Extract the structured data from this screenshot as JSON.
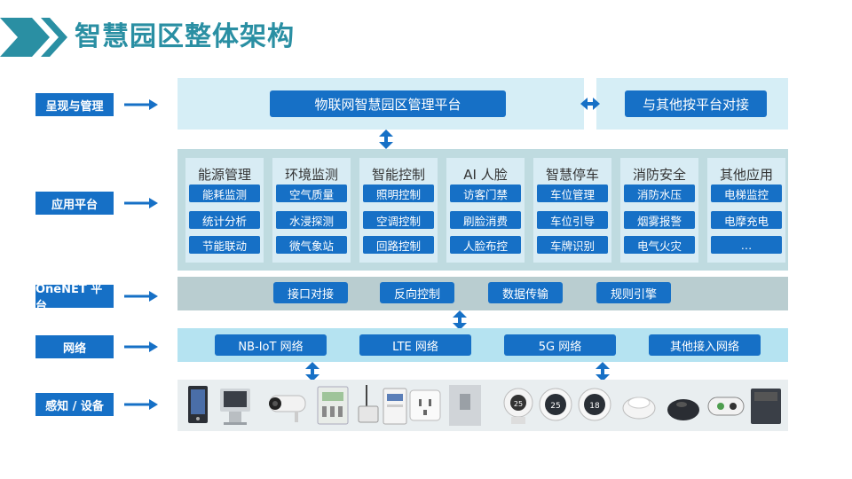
{
  "page": {
    "title": "智慧园区整体架构"
  },
  "labels": {
    "presentation": "呈现与管理",
    "application": "应用平台",
    "onenet": "OneNET 平台",
    "network": "网络",
    "sensing": "感知 / 设备"
  },
  "presentation": {
    "main_platform": "物联网智慧园区管理平台",
    "other_platform": "与其他按平台对接"
  },
  "apps": [
    {
      "header": "能源管理",
      "items": [
        "能耗监测",
        "统计分析",
        "节能联动"
      ]
    },
    {
      "header": "环境监测",
      "items": [
        "空气质量",
        "水浸探测",
        "微气象站"
      ]
    },
    {
      "header": "智能控制",
      "items": [
        "照明控制",
        "空调控制",
        "回路控制"
      ]
    },
    {
      "header": "AI 人脸",
      "items": [
        "访客门禁",
        "刷脸消费",
        "人脸布控"
      ]
    },
    {
      "header": "智慧停车",
      "items": [
        "车位管理",
        "车位引导",
        "车牌识别"
      ]
    },
    {
      "header": "消防安全",
      "items": [
        "消防水压",
        "烟雾报警",
        "电气火灾"
      ]
    },
    {
      "header": "其他应用",
      "items": [
        "电梯监控",
        "电摩充电",
        "…"
      ]
    }
  ],
  "onenet": {
    "items": [
      "接口对接",
      "反向控制",
      "数据传输",
      "规则引擎"
    ]
  },
  "network": {
    "items": [
      "NB-IoT 网络",
      "LTE 网络",
      "5G 网络",
      "其他接入网络"
    ]
  },
  "devices": [
    "face-terminal-icon",
    "smart-panel-icon",
    "camera-icon",
    "electric-meter-icon",
    "antenna-sensor-icon",
    "energy-meter-icon",
    "smart-socket-icon",
    "water-sensor-icon",
    "air-monitor-icon",
    "hygrometer-icon",
    "thermometer-icon",
    "smoke-detector-icon",
    "dome-sensor-icon",
    "gateway-icon",
    "control-box-icon"
  ],
  "colors": {
    "accent": "#1670c6",
    "title": "#2a8fa3",
    "band_light": "#d6eef6",
    "band_grey": "#b9cdd0",
    "band_cyan": "#b5e3f1",
    "app_band": "#bfdbe0"
  }
}
